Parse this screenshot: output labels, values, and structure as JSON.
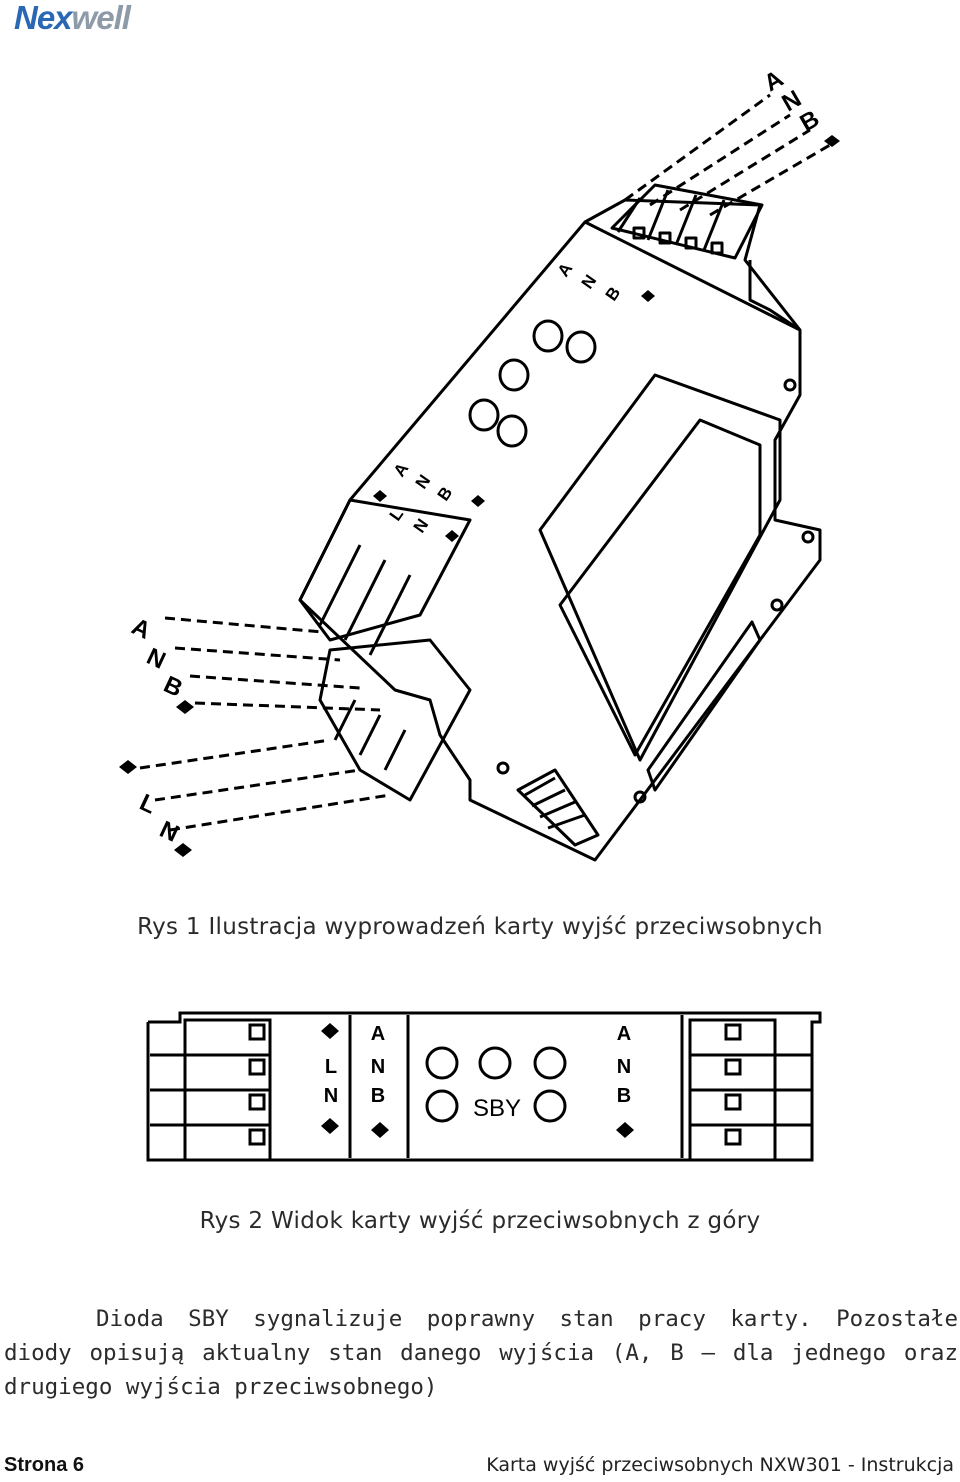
{
  "logo": {
    "part1": "Nex",
    "part2": "well"
  },
  "figure1": {
    "caption": "Rys 1 Ilustracja wyprowadzeń karty wyjść przeciwsobnych",
    "top_labels": [
      "A",
      "N",
      "B"
    ],
    "body_labels_top": [
      "A",
      "N",
      "B"
    ],
    "body_labels_mid": [
      "A",
      "N",
      "B"
    ],
    "body_labels_ln": [
      "L",
      "N"
    ],
    "left_labels_upper": [
      "A",
      "N",
      "B"
    ],
    "left_labels_lower": [
      "L",
      "N"
    ]
  },
  "figure2": {
    "caption": "Rys 2 Widok karty wyjść przeciwsobnych z góry",
    "col1": [
      "L",
      "N"
    ],
    "col2": [
      "A",
      "N",
      "B"
    ],
    "col3": [
      "A",
      "N",
      "B"
    ],
    "led_label": "SBY"
  },
  "paragraph": {
    "line1": "Dioda SBY sygnalizuje poprawny stan pracy karty. Pozostałe",
    "line2": "diody opisują aktualny stan danego wyjścia (A, B – dla jednego oraz",
    "line3": "drugiego wyjścia przeciwsobnego)"
  },
  "footer": {
    "page": "Strona 6",
    "doc_title": "Karta wyjść przeciwsobnych NXW301 - Instrukcja"
  }
}
